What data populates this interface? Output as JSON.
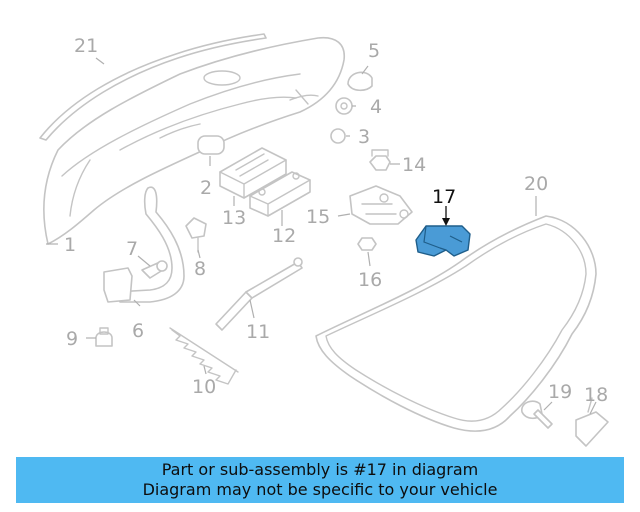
{
  "callouts": {
    "c1": "1",
    "c2": "2",
    "c3": "3",
    "c4": "4",
    "c5": "5",
    "c6": "6",
    "c7": "7",
    "c8": "8",
    "c9": "9",
    "c10": "10",
    "c11": "11",
    "c12": "12",
    "c13": "13",
    "c14": "14",
    "c15": "15",
    "c16": "16",
    "c17": "17",
    "c18": "18",
    "c19": "19",
    "c20": "20",
    "c21": "21"
  },
  "highlight": {
    "part_number": "17",
    "color": "#4a9bd6"
  },
  "banner": {
    "line1": "Part or sub-assembly is #17 in diagram",
    "line2": "Diagram may not be specific to your vehicle",
    "background": "#4fb9f2"
  }
}
